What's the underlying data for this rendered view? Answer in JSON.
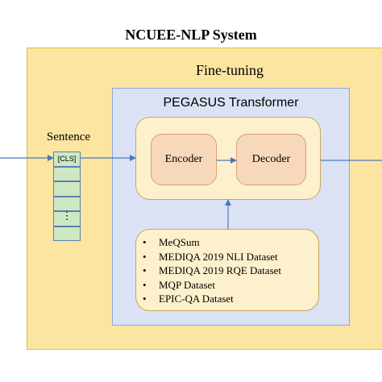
{
  "title": "NCUEE-NLP System",
  "fine_tuning_label": "Fine-tuning",
  "transformer_label": "PEGASUS Transformer",
  "encoder_label": "Encoder",
  "decoder_label": "Decoder",
  "datasets": [
    "MeQSum",
    "MEDIQA 2019 NLI Dataset",
    "MEDIQA 2019 RQE Dataset",
    "MQP Dataset",
    "EPIC-QA Dataset"
  ],
  "sentence_label": "Sentence",
  "cls_token": "[CLS]",
  "ellipsis_glyph": "⋮",
  "colors": {
    "outer_fill": "#fce5a1",
    "inner_fill": "#dbe2f3",
    "module_fill": "#f8d8bb",
    "token_fill": "#cfe8c4",
    "arrow": "#4a78c0"
  }
}
